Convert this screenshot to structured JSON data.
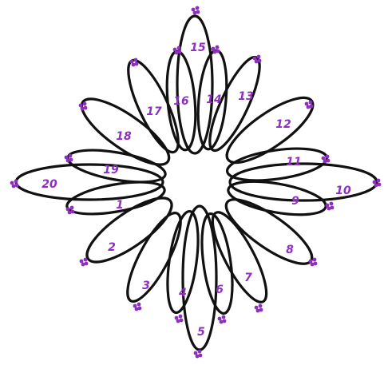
{
  "colors": {
    "background": "#ffffff",
    "petal_stroke": "#111111",
    "label": "#8e2fc0",
    "dots": "#8e2fc0"
  },
  "petals": [
    {
      "label": "1"
    },
    {
      "label": "2"
    },
    {
      "label": "3"
    },
    {
      "label": "4"
    },
    {
      "label": "5"
    },
    {
      "label": "6"
    },
    {
      "label": "7"
    },
    {
      "label": "8"
    },
    {
      "label": "9"
    },
    {
      "label": "10"
    },
    {
      "label": "11"
    },
    {
      "label": "12"
    },
    {
      "label": "13"
    },
    {
      "label": "14"
    },
    {
      "label": "15"
    },
    {
      "label": "16"
    },
    {
      "label": "17"
    },
    {
      "label": "18"
    },
    {
      "label": "19"
    },
    {
      "label": "20"
    }
  ]
}
